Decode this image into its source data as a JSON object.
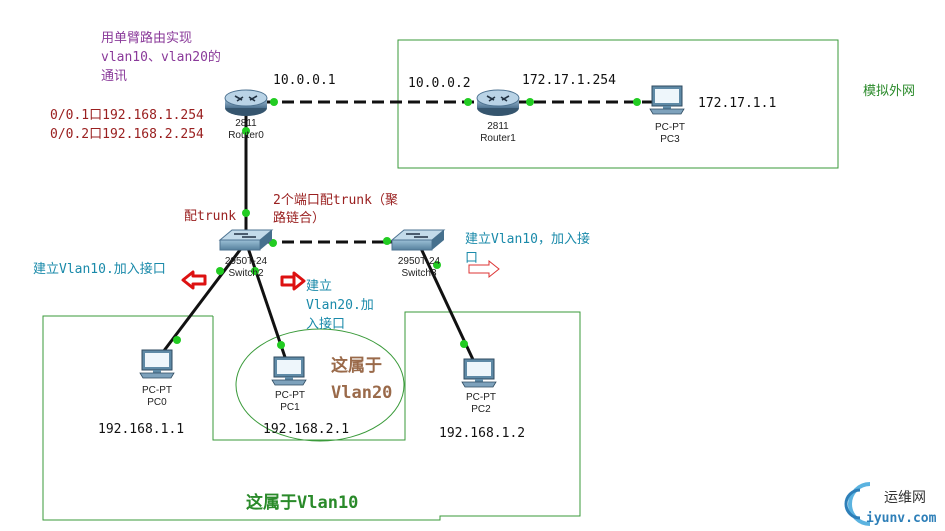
{
  "notes": {
    "title_lines": [
      "用单臂路由实现",
      "vlan10、vlan20的",
      "通讯"
    ],
    "subif_1": "0/0.1口192.168.1.254",
    "subif_2": "0/0.2口192.168.2.254",
    "trunk_note_lines": [
      "2个端口配trunk（聚",
      "路链合）"
    ],
    "pei_trunk": "配trunk",
    "vlan10_sw2": "建立Vlan10.加入接口",
    "vlan20_sw2_lines": [
      "建立",
      "Vlan20.加",
      "入接口"
    ],
    "vlan10_sw3_lines": [
      "建立Vlan10，加入接",
      "口"
    ],
    "belongs_vlan20_lines": [
      "这属于",
      "Vlan20"
    ],
    "belongs_vlan10": "这属于Vlan10",
    "sim_external": "模拟外网"
  },
  "ips": {
    "r0_wan": "10.0.0.1",
    "r1_wan": "10.0.0.2",
    "r1_lan": "172.17.1.254",
    "pc3": "172.17.1.1",
    "pc0": "192.168.1.1",
    "pc1": "192.168.2.1",
    "pc2": "192.168.1.2"
  },
  "devices": {
    "router0": {
      "model": "2811",
      "name": "Router0"
    },
    "router1": {
      "model": "2811",
      "name": "Router1"
    },
    "switch2": {
      "model": "2950T-24",
      "name": "Switch2"
    },
    "switch3": {
      "model": "2950T-24",
      "name": "Switch3"
    },
    "pc0": {
      "model": "PC-PT",
      "name": "PC0"
    },
    "pc1": {
      "model": "PC-PT",
      "name": "PC1"
    },
    "pc2": {
      "model": "PC-PT",
      "name": "PC2"
    },
    "pc3": {
      "model": "PC-PT",
      "name": "PC3"
    }
  },
  "watermark": {
    "brand": "运维网",
    "domain": "iyunv.com"
  },
  "colors": {
    "purple": "#8a3a9a",
    "darkred": "#9a2020",
    "teal": "#1a8aaa",
    "green_text": "#2a8a2a",
    "brown": "#9a6a4a",
    "box_green": "#3a9a3a",
    "link_dot": "#22cc22",
    "arrow_red": "#dd1111"
  }
}
